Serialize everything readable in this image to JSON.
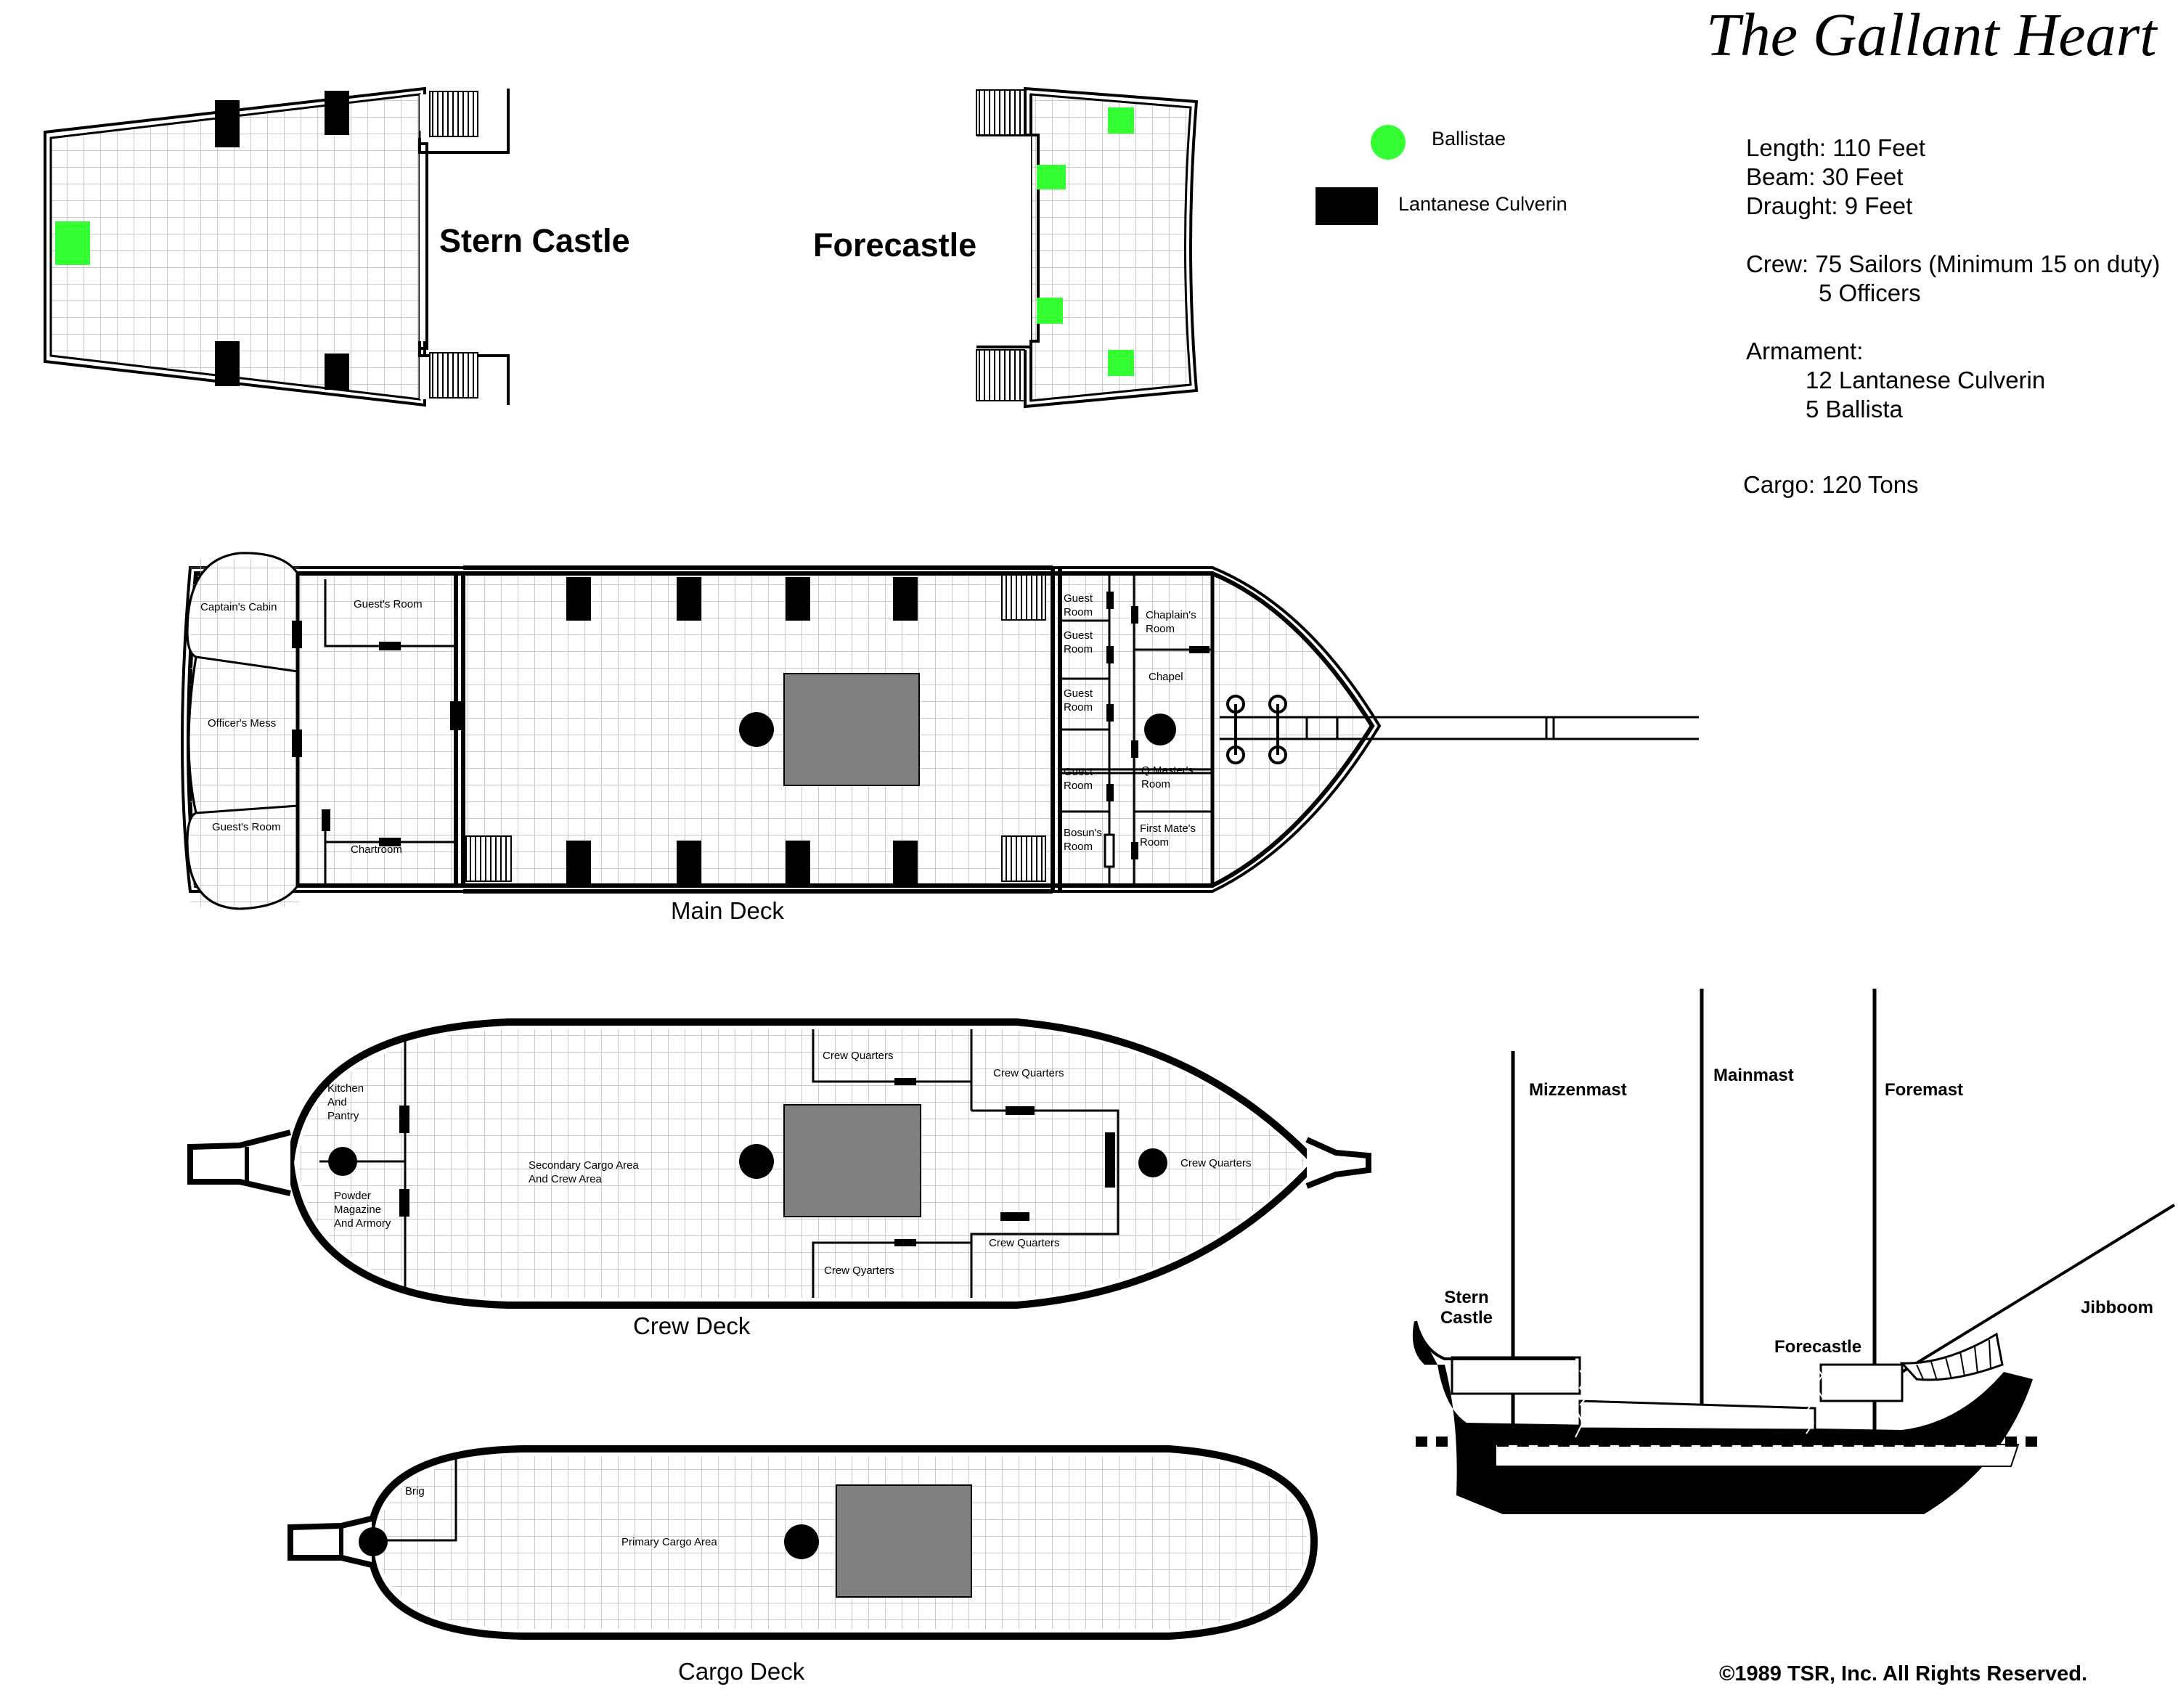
{
  "title": "The Gallant Heart",
  "specs": {
    "length": "Length: 110 Feet",
    "beam": "Beam: 30 Feet",
    "draught": "Draught: 9 Feet",
    "crew": "Crew: 75 Sailors (Minimum 15 on duty)",
    "officers": "5 Officers",
    "armament": "Armament:",
    "culverin": "12 Lantanese Culverin",
    "ballista": "5 Ballista",
    "cargo": "Cargo: 120 Tons"
  },
  "legend": {
    "ballistae": "Ballistae",
    "culverin": "Lantanese Culverin",
    "ballistae_color": "#33ff33",
    "culverin_color": "#000000"
  },
  "sections": {
    "stern_castle": "Stern Castle",
    "forecastle": "Forecastle"
  },
  "main_deck": {
    "caption": "Main Deck",
    "rooms": {
      "captains_cabin": "Captain's Cabin",
      "guests_room_top": "Guest's Room",
      "officers_mess": "Officer's Mess",
      "guests_room_bottom": "Guest's Room",
      "chartroom": "Chartroom",
      "guest_room_1": "Guest Room",
      "guest_room_2": "Guest Room",
      "guest_room_3": "Guest Room",
      "guest_room_4": "Guest Room",
      "bosuns_room": "Bosun's Room",
      "chaplains_room": "Chaplain's Room",
      "chapel": "Chapel",
      "qmasters_room": "Q.Master's Room",
      "first_mates_room": "First Mate's Room"
    }
  },
  "crew_deck": {
    "caption": "Crew Deck",
    "rooms": {
      "kitchen": "Kitchen And Pantry",
      "powder": "Powder Magazine And Armory",
      "secondary": "Secondary Cargo Area And Crew Area",
      "crew_q_top_left": "Crew Quarters",
      "crew_q_top_right": "Crew Quarters",
      "crew_q_bottom_left": "Crew Qyarters",
      "crew_q_bottom_right": "Crew Quarters",
      "crew_q_bow": "Crew Quarters"
    }
  },
  "cargo_deck": {
    "caption": "Cargo Deck",
    "rooms": {
      "brig": "Brig",
      "primary": "Primary Cargo Area"
    }
  },
  "profile": {
    "mizzenmast": "Mizzenmast",
    "mainmast": "Mainmast",
    "foremast": "Foremast",
    "stern_castle": "Stern Castle",
    "forecastle": "Forecastle",
    "jibboom": "Jibboom"
  },
  "copyright": "©1989 TSR, Inc. All Rights Reserved."
}
